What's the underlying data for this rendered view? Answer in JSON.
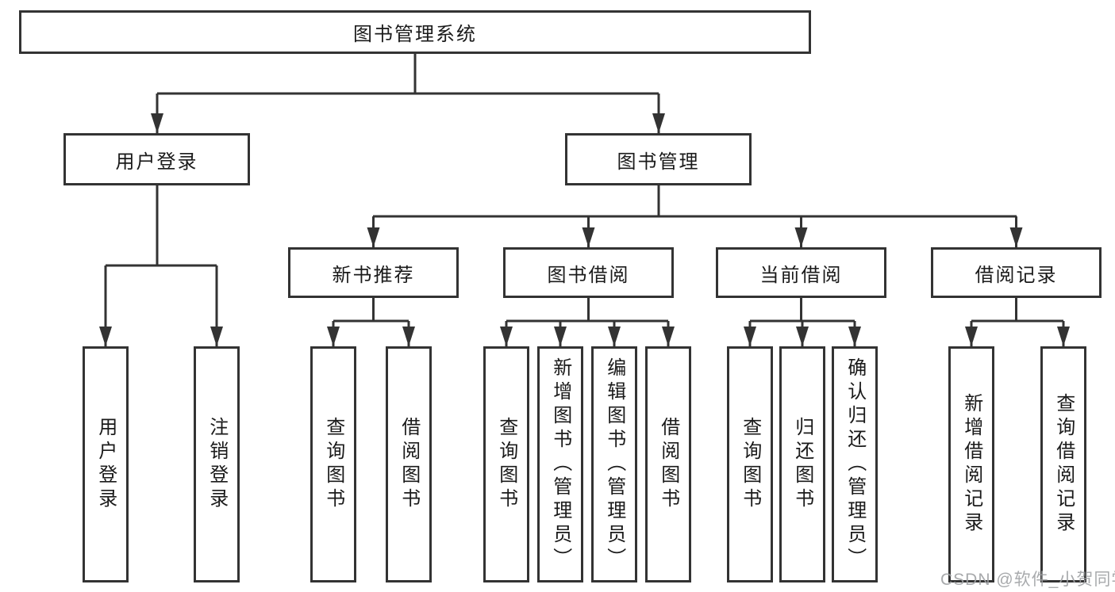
{
  "tree": {
    "root": {
      "label": "图书管理系统"
    },
    "branches": [
      {
        "label": "用户登录",
        "children": [
          {
            "label": "用户登录"
          },
          {
            "label": "注销登录"
          }
        ]
      },
      {
        "label": "图书管理",
        "groups": [
          {
            "label": "新书推荐",
            "children": [
              {
                "label": "查询图书"
              },
              {
                "label": "借阅图书"
              }
            ]
          },
          {
            "label": "图书借阅",
            "children": [
              {
                "label": "查询图书"
              },
              {
                "label": "新增图书（管理员）"
              },
              {
                "label": "编辑图书（管理员）"
              },
              {
                "label": "借阅图书"
              }
            ]
          },
          {
            "label": "当前借阅",
            "children": [
              {
                "label": "查询图书"
              },
              {
                "label": "归还图书"
              },
              {
                "label": "确认归还（管理员）"
              }
            ]
          },
          {
            "label": "借阅记录",
            "children": [
              {
                "label": "新增借阅记录"
              },
              {
                "label": "查询借阅记录"
              }
            ]
          }
        ]
      }
    ]
  },
  "watermark": {
    "text": "CSDN @软件_小贺同学"
  },
  "colors": {
    "line": "#333333",
    "text": "#1a1a1a",
    "box_fill": "#ffffff",
    "background": "#ffffff",
    "watermark": "#9fa1a4"
  }
}
